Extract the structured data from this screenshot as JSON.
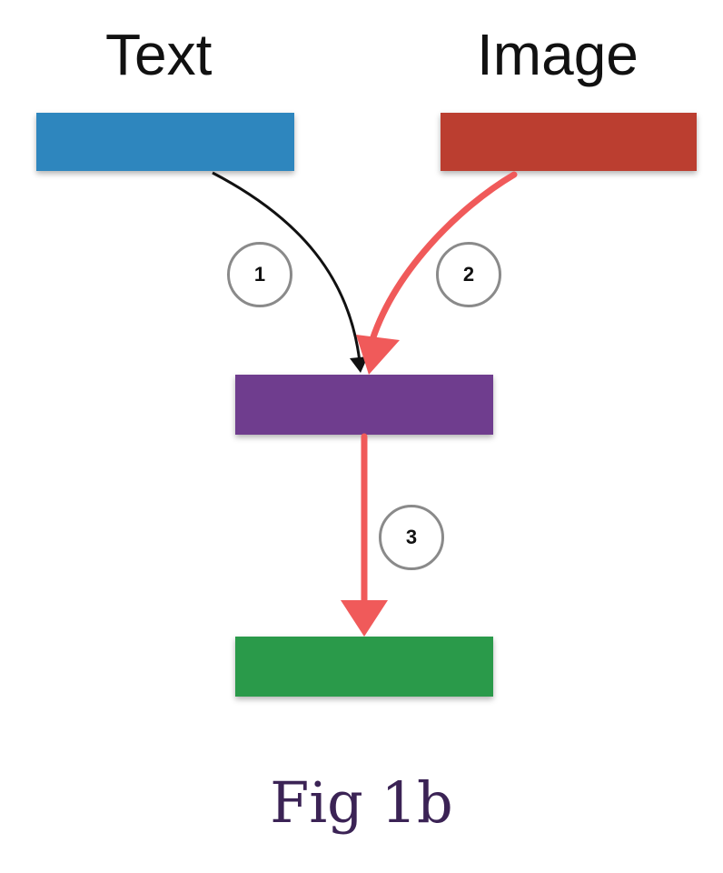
{
  "labels": {
    "text": "Text",
    "image": "Image"
  },
  "steps": [
    "1",
    "2",
    "3"
  ],
  "caption": "Fig 1b",
  "colors": {
    "text_block": "#2e86be",
    "image_block": "#bb3e30",
    "mid_block": "#6f3d8e",
    "out_block": "#2a9a4a",
    "arrow_black": "#111111",
    "arrow_red": "#f05a5a",
    "caption": "#3b2355"
  }
}
